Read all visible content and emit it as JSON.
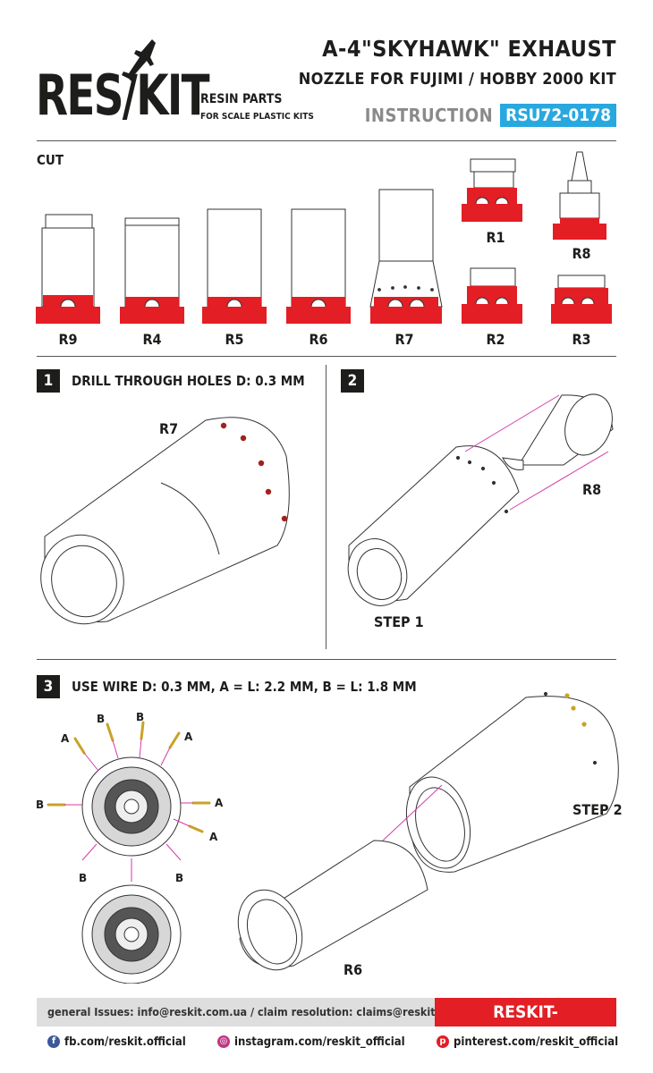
{
  "brand": {
    "logo": "RES/KIT",
    "tagline_1": "RESIN PARTS",
    "tagline_2": "FOR SCALE PLASTIC KITS"
  },
  "header": {
    "title_line_1": "A-4\"SKYHAWK\" EXHAUST",
    "title_line_2": "NOZZLE FOR FUJIMI / HOBBY 2000 KIT",
    "instruction_label": "INSTRUCTION",
    "product_code": "RSU72-0178"
  },
  "cut": {
    "label": "CUT",
    "parts": [
      "R9",
      "R4",
      "R5",
      "R6",
      "R7",
      "R2",
      "R3"
    ],
    "top_parts": [
      "R1",
      "R8"
    ]
  },
  "steps": [
    {
      "number": "1",
      "text": "DRILL THROUGH HOLES D: 0.3 MM",
      "part_label": "R7"
    },
    {
      "number": "2",
      "text": "",
      "part_label": "R8",
      "ref_label": "STEP 1"
    },
    {
      "number": "3",
      "text": "USE WIRE D: 0.3 MM, A = L: 2.2 MM, B = L: 1.8 MM",
      "part_label": "R6",
      "ref_label": "STEP 2"
    }
  ],
  "wire_labels": [
    "B",
    "B",
    "A",
    "A",
    "B",
    "A",
    "A",
    "B",
    "B"
  ],
  "colors": {
    "accent_red": "#e31e24",
    "badge_blue": "#29a8e0",
    "wire_gold": "#c9a227",
    "guide_magenta": "#d63aa8"
  },
  "footer": {
    "info": "general Issues: info@reskit.com.ua / claim resolution: claims@reskit.com.ua",
    "website": "RESKIT-MODELS.COM",
    "social": [
      {
        "icon": "facebook-icon",
        "text": "fb.com/reskit.official"
      },
      {
        "icon": "instagram-icon",
        "text": "instagram.com/reskit_official"
      },
      {
        "icon": "pinterest-icon",
        "text": "pinterest.com/reskit_official"
      }
    ]
  }
}
